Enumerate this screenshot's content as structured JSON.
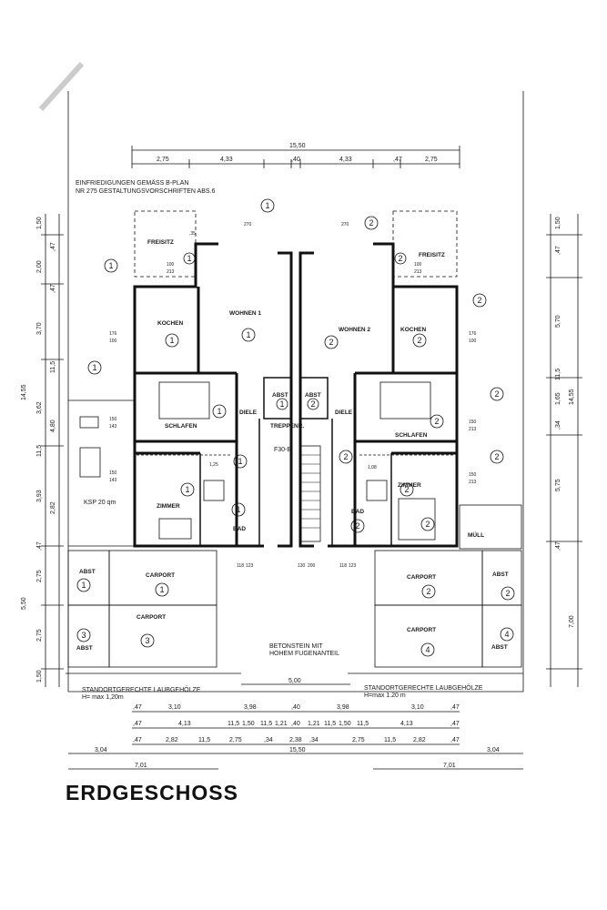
{
  "title": "ERDGESCHOSS",
  "notes": {
    "fence1": "EINFRIEDIGUNGEN GEMÄSS  B-PLAN",
    "fence2": "NR 275 GESTALTUNGSVORSCHRIFTEN ABS.6",
    "beton1": "BETONSTEIN MIT",
    "beton2": "HOHEM FUGENANTEIL",
    "hedge_left1": "STANDORTGERECHTE LAUBGEHÖLZE",
    "hedge_left2": "H= max 1,20m",
    "hedge_right1": "STANDORTGERECHTE LAUBGEHÖLZE",
    "hedge_right2": "H=max 1.20 m",
    "ksp": "KSP 20 qm",
    "f30": "F30-B"
  },
  "rooms": {
    "freisitz_l": "FREISITZ",
    "freisitz_r": "FREISITZ",
    "wohnen1": "WOHNEN 1",
    "wohnen2": "WOHNEN 2",
    "kochen_l": "KOCHEN",
    "kochen_r": "KOCHEN",
    "schlafen_l": "SCHLAFEN",
    "schlafen_r": "SCHLAFEN",
    "diele_l": "DIELE",
    "diele_r": "DIELE",
    "abst_l": "ABST",
    "abst_r": "ABST",
    "treppen": "TREPPENR.",
    "zimmer_l": "ZIMMER",
    "zimmer_r": "ZIMMER",
    "bad_l": "BAD",
    "bad_r": "BAD",
    "muell": "MÜLL",
    "carport1": "CARPORT",
    "carport2": "CARPORT",
    "carport3": "CARPORT",
    "carport4": "CARPORT",
    "abst_cp1": "ABST",
    "abst_cp2": "ABST",
    "abst_cp3": "ABST",
    "abst_cp4": "ABST"
  },
  "markers": {
    "one": "1",
    "two": "2",
    "three": "3",
    "four": "4"
  },
  "dims": {
    "top_total": "15,50",
    "top_a": "2,75",
    "top_b": "4,33",
    "top_c": ",40",
    "top_d": "4,33",
    "top_e": ",47",
    "top_f": "2,75",
    "left_1": "1,50",
    "left_2": ",47",
    "left_3": "2,00",
    "left_4": ",47",
    "left_5": "3,70",
    "left_6": "11,5",
    "left_7": "3,62",
    "left_8": "4,80",
    "left_9": "11,5",
    "left_10": "3,93",
    "left_11": "2,82",
    "left_12": ",47",
    "left_13": "2,75",
    "left_14": "5,50",
    "left_15": "2,75",
    "left_16": "1,50",
    "left_total": "14,55",
    "right_1": "1,50",
    "right_2": ",47",
    "right_3": "5,70",
    "right_4": "11,5",
    "right_5": "1,65",
    "right_6": ",34",
    "right_7": "5,75",
    "right_8": ",47",
    "right_9": "7,00",
    "right_total": "14,55",
    "bot_r1_a": ",47",
    "bot_r1_b": "3,10",
    "bot_r1_c": "3,98",
    "bot_r1_d": ",40",
    "bot_r1_e": "3,98",
    "bot_r1_f": "3,10",
    "bot_r1_g": ",47",
    "bot_r2_a": ",47",
    "bot_r2_b": "4,13",
    "bot_r2_c": "11,5",
    "bot_r2_d": "1,50",
    "bot_r2_e": "11,5",
    "bot_r2_f": "1,21",
    "bot_r2_g": ",40",
    "bot_r2_h": "1,21",
    "bot_r2_i": "11,5",
    "bot_r2_j": "1,50",
    "bot_r2_k": "11,5",
    "bot_r2_l": "4,13",
    "bot_r2_m": ",47",
    "bot_r3_a": ",47",
    "bot_r3_b": "2,82",
    "bot_r3_c": "11,5",
    "bot_r3_d": "2,75",
    "bot_r3_e": ",34",
    "bot_r3_f": "2,38",
    "bot_r3_g": ",34",
    "bot_r3_h": "2,75",
    "bot_r3_i": "11,5",
    "bot_r3_j": "2,82",
    "bot_r3_k": ",47",
    "bot_total": "15,50",
    "bot_left": "3,04",
    "bot_right": "3,04",
    "bot_l701": "7,01",
    "bot_r701": "7,01",
    "mid_500": "5,00",
    "win_176": "176",
    "win_100": "100",
    "win_150": "150",
    "win_143": "143",
    "win_213": "213",
    "win_270": "270",
    "win_118": "118",
    "win_123": "123",
    "win_130": "130",
    "win_200": "200",
    "win_125": "1,25",
    "win_108": "1,08",
    "win_35": ",35"
  }
}
